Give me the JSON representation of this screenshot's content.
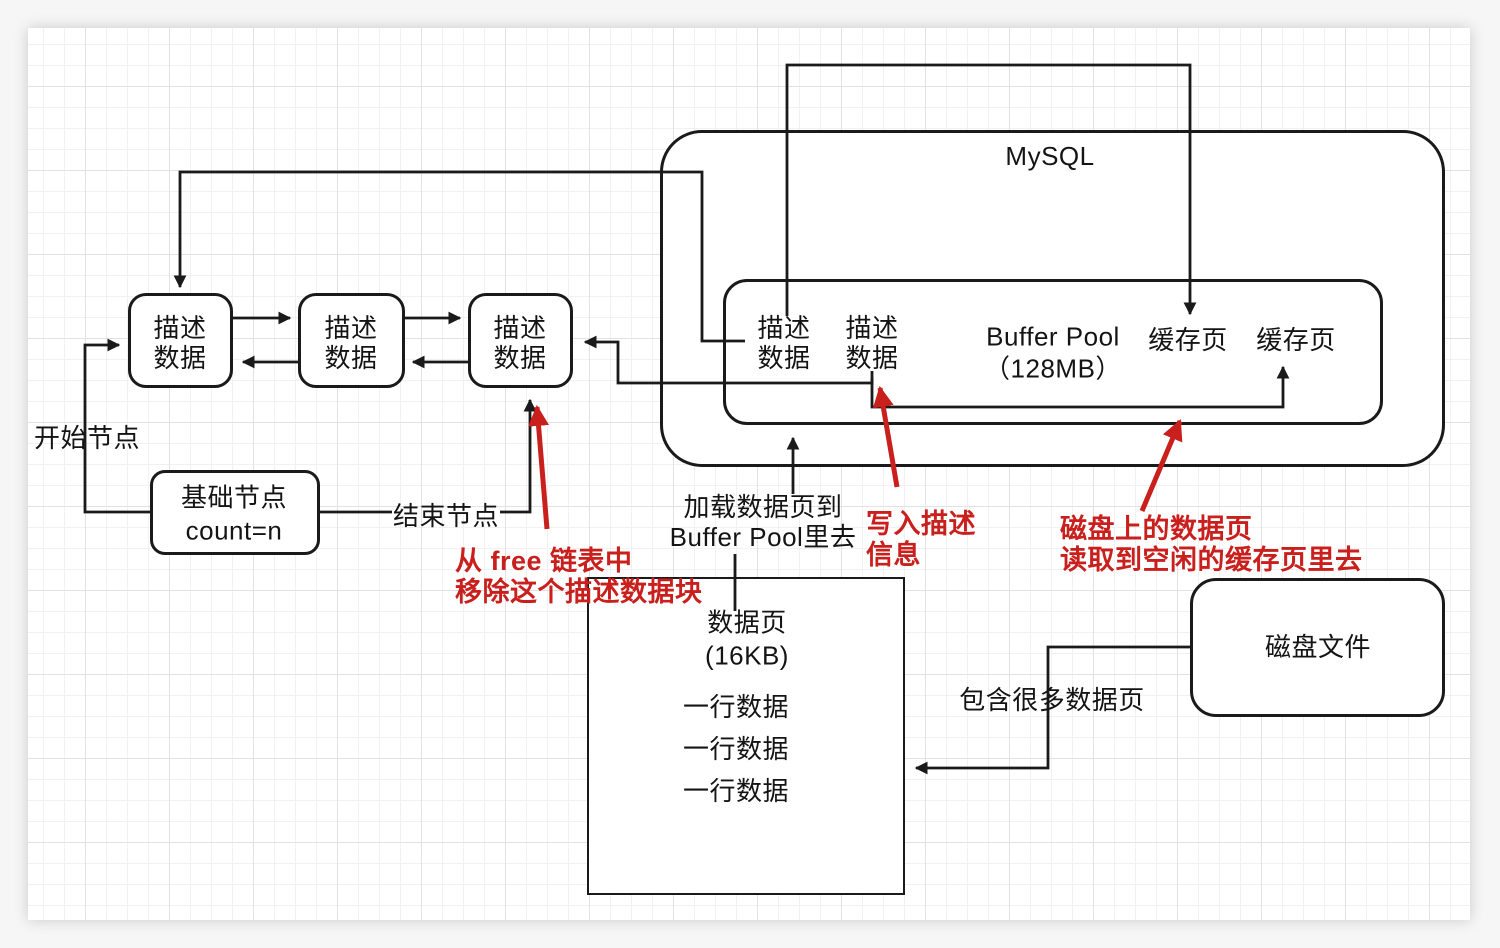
{
  "colors": {
    "line_black": "#1a1a1a",
    "accent_red": "#c9201d",
    "shape_fill": "#ffffff"
  },
  "free_list": {
    "nodes": [
      {
        "label": "描述\n数据"
      },
      {
        "label": "描述\n数据"
      },
      {
        "label": "描述\n数据"
      }
    ],
    "start_label": "开始节点",
    "end_label": "结束节点",
    "base_node_label": "基础节点\ncount=n"
  },
  "mysql": {
    "title": "MySQL",
    "buffer_pool": {
      "title": "Buffer Pool\n（128MB）",
      "desc_blocks": [
        {
          "label": "描述\n数据"
        },
        {
          "label": "描述\n数据"
        }
      ],
      "cache_pages": [
        {
          "label": "缓存页"
        },
        {
          "label": "缓存页"
        }
      ]
    }
  },
  "data_page": {
    "title": "数据页\n(16KB)",
    "rows": [
      {
        "label": "一行数据"
      },
      {
        "label": "一行数据"
      },
      {
        "label": "一行数据"
      }
    ]
  },
  "disk": {
    "label": "磁盘文件",
    "contains_label": "包含很多数据页"
  },
  "annotations": {
    "load_label": "加载数据页到\nBuffer Pool里去",
    "remove_note": "从 free 链表中\n移除这个描述数据块",
    "write_note": "写入描述\n信息",
    "read_note": "磁盘上的数据页\n读取到空闲的缓存页里去"
  }
}
